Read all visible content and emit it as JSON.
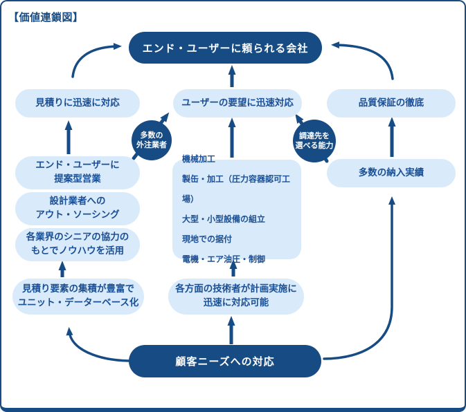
{
  "title": "【価値連鎖図】",
  "top_goal": "エンド・ユーザーに頼られる会社",
  "bottom_goal": "顧客ニーズへの対応",
  "left_column": [
    {
      "lines": [
        "見積りに迅速に対応"
      ]
    },
    {
      "lines": [
        "エンド・ユーザーに",
        "提案型営業"
      ]
    },
    {
      "lines": [
        "設計業者への",
        "アウト・ソーシング"
      ]
    },
    {
      "lines": [
        "各業界のシニアの協力の",
        "もとでノウハウを活用"
      ]
    },
    {
      "lines": [
        "見積り要素の集積が豊富で",
        "ユニット・データーベース化"
      ]
    }
  ],
  "middle_column": [
    {
      "lines": [
        "ユーザーの要望に迅速対応"
      ]
    },
    {
      "lines": [
        "機械加工",
        "製缶・加工（圧力容器認可工場）",
        "大型・小型設備の組立",
        "現地での据付",
        "電機・エア油圧・制御"
      ]
    },
    {
      "lines": [
        "各方面の技術者が計画実施に",
        "迅速に対応可能"
      ]
    }
  ],
  "right_column": [
    {
      "lines": [
        "品質保証の徹底"
      ]
    },
    {
      "lines": [
        "多数の納入実績"
      ]
    }
  ],
  "badges": [
    {
      "lines": [
        "多数の",
        "外注業者"
      ]
    },
    {
      "lines": [
        "調達先を",
        "選べる能力"
      ]
    }
  ],
  "colors": {
    "primary": "#164b84",
    "box_background": "#d9eafb",
    "background": "#ffffff"
  }
}
